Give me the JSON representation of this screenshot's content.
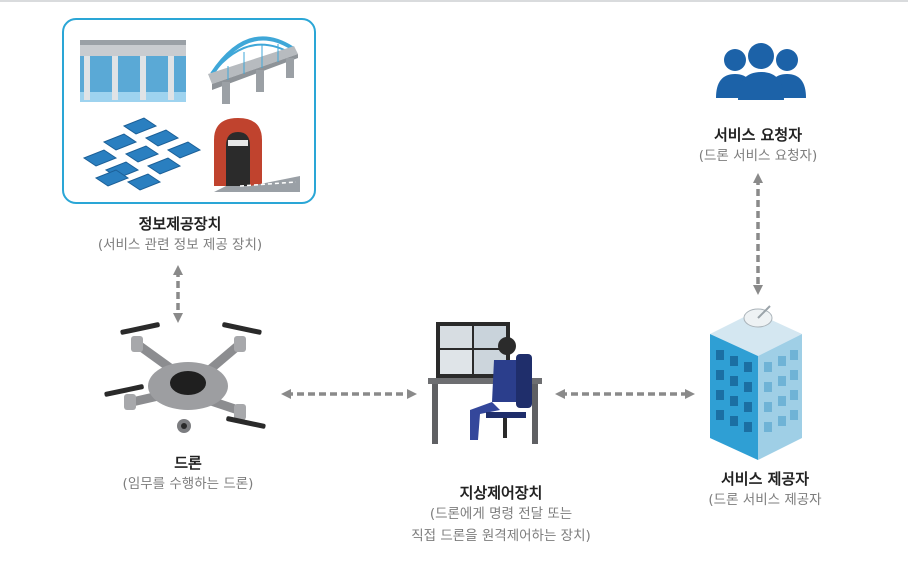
{
  "nodes": {
    "info_device": {
      "title": "정보제공장치",
      "subtitle": "(서비스 관련 정보 제공 장치)"
    },
    "service_requester": {
      "title": "서비스 요청자",
      "subtitle": "(드론 서비스 요청자)"
    },
    "drone": {
      "title": "드론",
      "subtitle": "(임무를 수행하는 드론)"
    },
    "ground_control": {
      "title": "지상제어장치",
      "subtitle_lines": [
        "(드론에게 명령 전달 또는",
        "직접 드론을 원격제어하는 장치)"
      ]
    },
    "service_provider": {
      "title": "서비스 제공자",
      "subtitle": "(드론 서비스 제공자"
    }
  },
  "colors": {
    "box_border": "#2aa6d6",
    "arrow": "#8a8a8a",
    "people": "#1c62a8",
    "drone_body": "#8c8d90",
    "building": "#2f9fd4",
    "tunnel": "#c0432e",
    "solar": "#2a7fc0",
    "chair": "#2b3e8c"
  },
  "icons": [
    "dam-icon",
    "bridge-icon",
    "solar-panel-icon",
    "tunnel-icon",
    "people-icon",
    "drone-icon",
    "operator-workstation-icon",
    "building-with-antenna-icon"
  ]
}
